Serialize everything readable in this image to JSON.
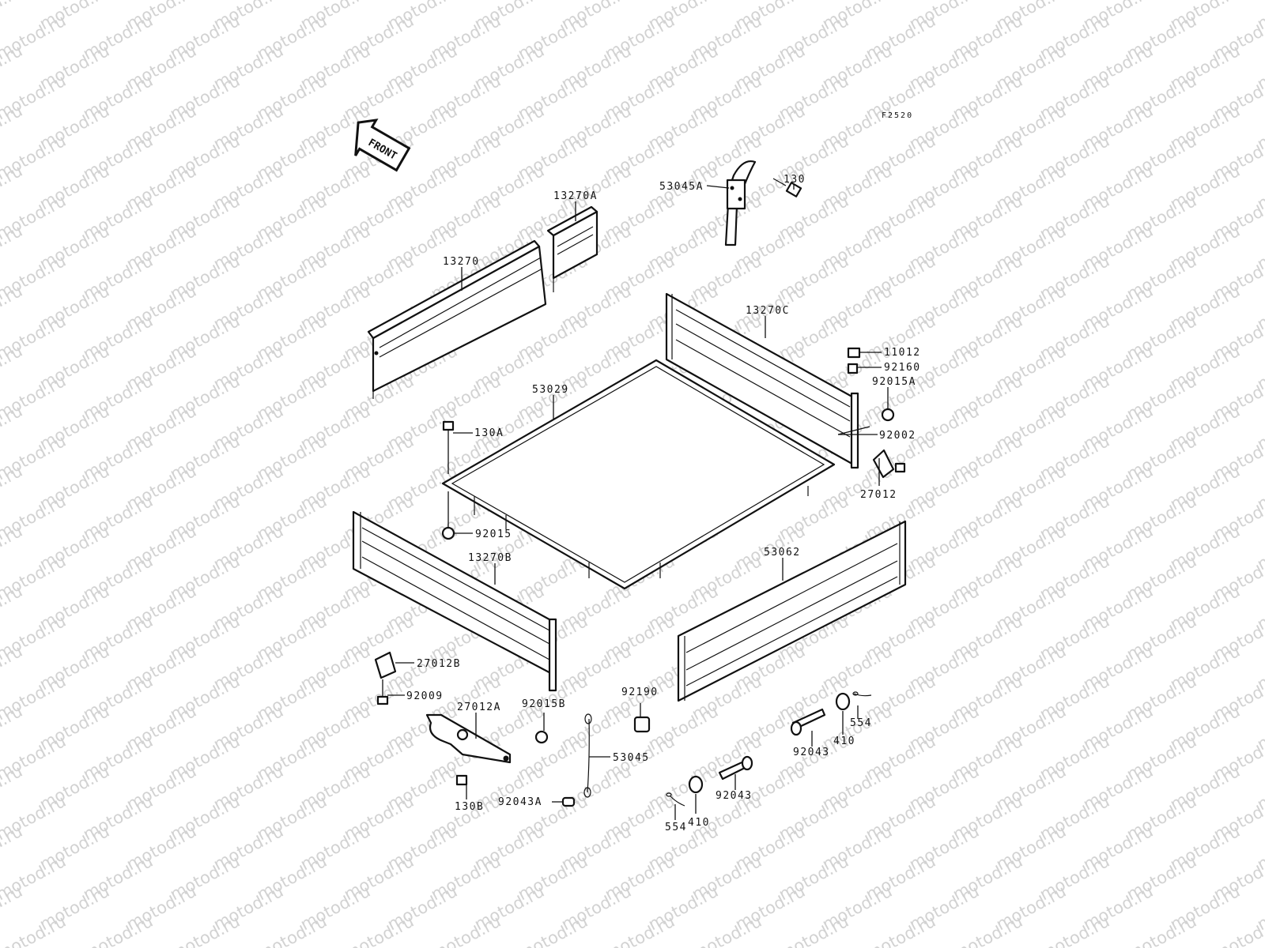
{
  "diagram": {
    "figure_code": "F2520",
    "front_label": "FRONT",
    "watermark_text": "motod.ru",
    "colors": {
      "ink": "#111111",
      "watermark": "#d2d2d2",
      "background": "#ffffff"
    }
  },
  "callouts": {
    "c13270A": "13270A",
    "c53045A": "53045A",
    "c130": "130",
    "c13270": "13270",
    "c13270C": "13270C",
    "c11012": "11012",
    "c92160": "92160",
    "c92015A": "92015A",
    "c53029": "53029",
    "c130A": "130A",
    "c92002": "92002",
    "c27012": "27012",
    "c92015": "92015",
    "c13270B": "13270B",
    "c53062": "53062",
    "c27012B": "27012B",
    "c92009": "92009",
    "c27012A": "27012A",
    "c92015B": "92015B",
    "c92190": "92190",
    "c53045": "53045",
    "c554a": "554",
    "c410a": "410",
    "c92043a": "92043",
    "c92043b": "92043",
    "c130B": "130B",
    "c92043A": "92043A",
    "c554b": "554",
    "c410b": "410"
  }
}
